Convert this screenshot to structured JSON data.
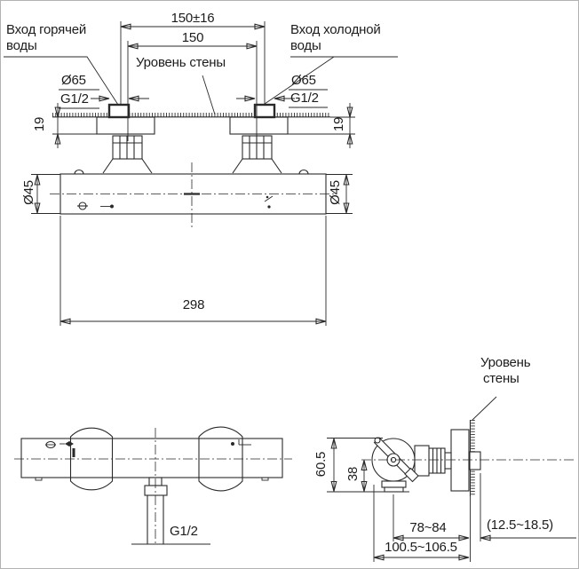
{
  "colors": {
    "line": "#2a2a2a",
    "text": "#1c1c1c",
    "background": "#ffffff",
    "frame": "#b3b3b3"
  },
  "front_view": {
    "hot_inlet_label": [
      "Вход горячей",
      "воды"
    ],
    "cold_inlet_label": [
      "Вход холодной",
      "воды"
    ],
    "wall_level_label": "Уровень стены",
    "inlet_spacing_tolerance": "150±16",
    "inlet_spacing": "150",
    "escutcheon_diameter": "Ø65",
    "inlet_thread": "G1/2",
    "escutcheon_depth": "19",
    "body_diameter": "Ø45",
    "body_length": "298"
  },
  "bottom_view": {
    "outlet_thread": "G1/2"
  },
  "side_view": {
    "wall_level_label": [
      "Уровень",
      "стены"
    ],
    "total_height": "60.5",
    "outlet_drop": "38",
    "wall_to_outlet_axis": "78~84",
    "wall_stub_projection": "(12.5~18.5)",
    "wall_to_handle_front": "100.5~106.5"
  }
}
